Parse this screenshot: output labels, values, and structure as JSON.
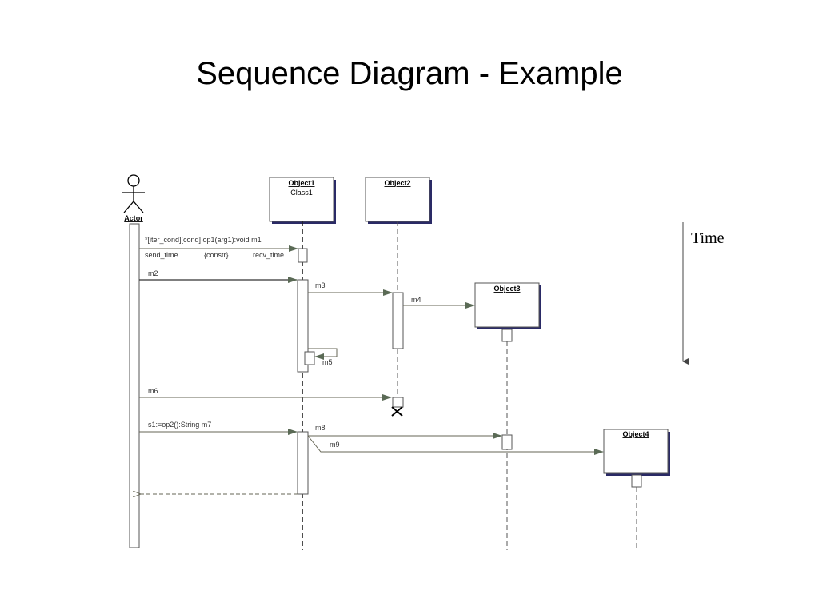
{
  "title": "Sequence Diagram - Example",
  "actor": {
    "label": "Actor"
  },
  "objects": [
    {
      "name": "Object1",
      "class": "Class1"
    },
    {
      "name": "Object2",
      "class": ""
    },
    {
      "name": "Object3",
      "class": ""
    },
    {
      "name": "Object4",
      "class": ""
    }
  ],
  "messages": {
    "m1_line1": "*[iter_cond][cond] op1(arg1):void m1",
    "m1_send": "send_time",
    "m1_constr": "{constr}",
    "m1_recv": "recv_time",
    "m2": "m2",
    "m3": "m3",
    "m4": "m4",
    "m5": "m5",
    "m6": "m6",
    "m7": "s1:=op2():String m7",
    "m8": "m8",
    "m9": "m9"
  },
  "time_axis": {
    "label": "Time"
  },
  "colors": {
    "box_shadow": "#2a2a66",
    "message_line": "#666655",
    "arrowhead": "#5a6a55",
    "lifeline": "#555555"
  }
}
